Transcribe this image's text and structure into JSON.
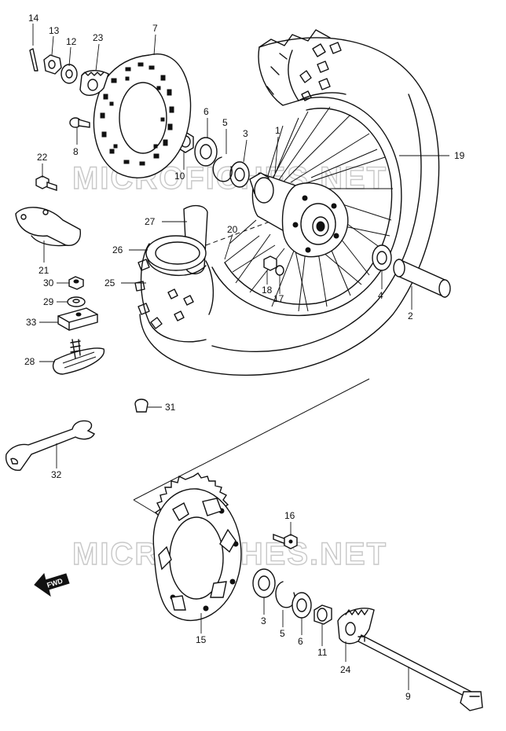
{
  "watermark": "MICROFICHES.NET",
  "fwd_label": "FWD",
  "parts": [
    {
      "id": "p14",
      "label": "14"
    },
    {
      "id": "p13",
      "label": "13"
    },
    {
      "id": "p12",
      "label": "12"
    },
    {
      "id": "p23",
      "label": "23"
    },
    {
      "id": "p7",
      "label": "7"
    },
    {
      "id": "p8",
      "label": "8"
    },
    {
      "id": "p6a",
      "label": "6"
    },
    {
      "id": "p5a",
      "label": "5"
    },
    {
      "id": "p3a",
      "label": "3"
    },
    {
      "id": "p1",
      "label": "1"
    },
    {
      "id": "p19",
      "label": "19"
    },
    {
      "id": "p10",
      "label": "10"
    },
    {
      "id": "p22",
      "label": "22"
    },
    {
      "id": "p21",
      "label": "21"
    },
    {
      "id": "p27",
      "label": "27"
    },
    {
      "id": "p26",
      "label": "26"
    },
    {
      "id": "p20",
      "label": "20"
    },
    {
      "id": "p25",
      "label": "25"
    },
    {
      "id": "p30",
      "label": "30"
    },
    {
      "id": "p29",
      "label": "29"
    },
    {
      "id": "p33",
      "label": "33"
    },
    {
      "id": "p18",
      "label": "18"
    },
    {
      "id": "p17",
      "label": "17"
    },
    {
      "id": "p4",
      "label": "4"
    },
    {
      "id": "p2",
      "label": "2"
    },
    {
      "id": "p28",
      "label": "28"
    },
    {
      "id": "p31",
      "label": "31"
    },
    {
      "id": "p32",
      "label": "32"
    },
    {
      "id": "p16",
      "label": "16"
    },
    {
      "id": "p15",
      "label": "15"
    },
    {
      "id": "p3b",
      "label": "3"
    },
    {
      "id": "p5b",
      "label": "5"
    },
    {
      "id": "p6b",
      "label": "6"
    },
    {
      "id": "p11",
      "label": "11"
    },
    {
      "id": "p24",
      "label": "24"
    },
    {
      "id": "p9",
      "label": "9"
    }
  ]
}
